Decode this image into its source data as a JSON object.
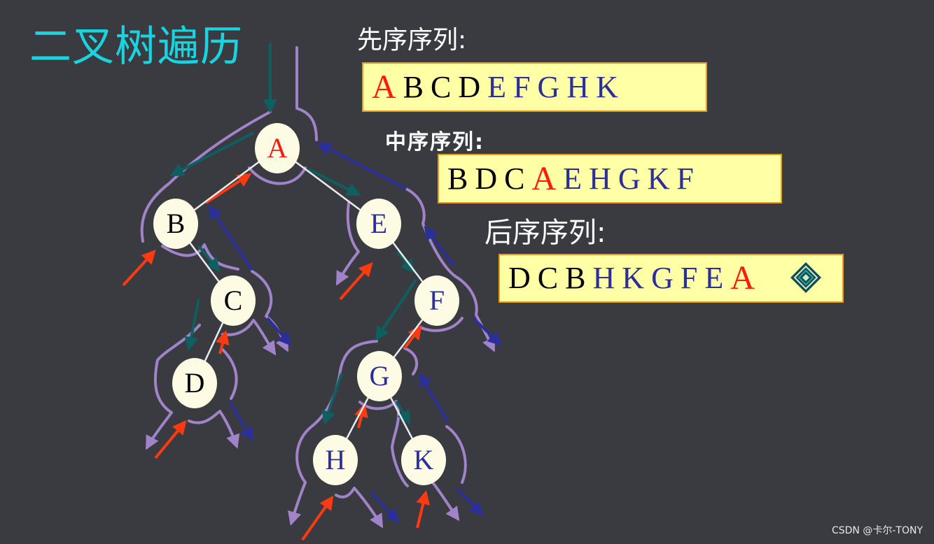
{
  "title": "二叉树遍历",
  "preorder": {
    "label": "先序序列:",
    "sequence": [
      {
        "t": "A",
        "c": "red"
      },
      {
        "t": "B",
        "c": "black"
      },
      {
        "t": "C",
        "c": "black"
      },
      {
        "t": "D",
        "c": "black"
      },
      {
        "t": "E",
        "c": "blue"
      },
      {
        "t": "F",
        "c": "blue"
      },
      {
        "t": "G",
        "c": "blue"
      },
      {
        "t": "H",
        "c": "blue"
      },
      {
        "t": "K",
        "c": "blue"
      }
    ]
  },
  "inorder": {
    "label": "中序序列:",
    "sequence": [
      {
        "t": "B",
        "c": "black"
      },
      {
        "t": "D",
        "c": "black"
      },
      {
        "t": "C",
        "c": "black"
      },
      {
        "t": "A",
        "c": "red"
      },
      {
        "t": "E",
        "c": "blue"
      },
      {
        "t": "H",
        "c": "blue"
      },
      {
        "t": "G",
        "c": "blue"
      },
      {
        "t": "K",
        "c": "blue"
      },
      {
        "t": "F",
        "c": "blue"
      }
    ]
  },
  "postorder": {
    "label": "后序序列:",
    "sequence": [
      {
        "t": "D",
        "c": "black"
      },
      {
        "t": "C",
        "c": "black"
      },
      {
        "t": "B",
        "c": "black"
      },
      {
        "t": "H",
        "c": "blue"
      },
      {
        "t": "K",
        "c": "blue"
      },
      {
        "t": "G",
        "c": "blue"
      },
      {
        "t": "F",
        "c": "blue"
      },
      {
        "t": "E",
        "c": "blue"
      },
      {
        "t": "A",
        "c": "red"
      }
    ]
  },
  "tree": {
    "nodes": [
      {
        "id": "A",
        "label": "A",
        "c": "red"
      },
      {
        "id": "B",
        "label": "B",
        "c": "black"
      },
      {
        "id": "C",
        "label": "C",
        "c": "black"
      },
      {
        "id": "D",
        "label": "D",
        "c": "black"
      },
      {
        "id": "E",
        "label": "E",
        "c": "blue"
      },
      {
        "id": "F",
        "label": "F",
        "c": "blue"
      },
      {
        "id": "G",
        "label": "G",
        "c": "blue"
      },
      {
        "id": "H",
        "label": "H",
        "c": "blue"
      },
      {
        "id": "K",
        "label": "K",
        "c": "blue"
      }
    ],
    "edges": [
      [
        "A",
        "B"
      ],
      [
        "A",
        "E"
      ],
      [
        "B",
        "C"
      ],
      [
        "C",
        "D"
      ],
      [
        "E",
        "F"
      ],
      [
        "F",
        "G"
      ],
      [
        "G",
        "H"
      ],
      [
        "G",
        "K"
      ]
    ]
  },
  "colors": {
    "background": "#3a3b40",
    "title": "#19d3e0",
    "red": "#ff1a10",
    "black": "#000000",
    "blue": "#2b2f9a",
    "box_fill": "#ffffa6",
    "box_border": "#e89a1a",
    "node_fill": "#fdfbe3",
    "path": "#a083c8",
    "arrow_teal": "#0e5f60",
    "arrow_red": "#ff3a10",
    "arrow_navy": "#2b2f9a"
  },
  "icons": {
    "decoration": "diamond-icon"
  },
  "watermark": "CSDN @卡尔-TONY"
}
